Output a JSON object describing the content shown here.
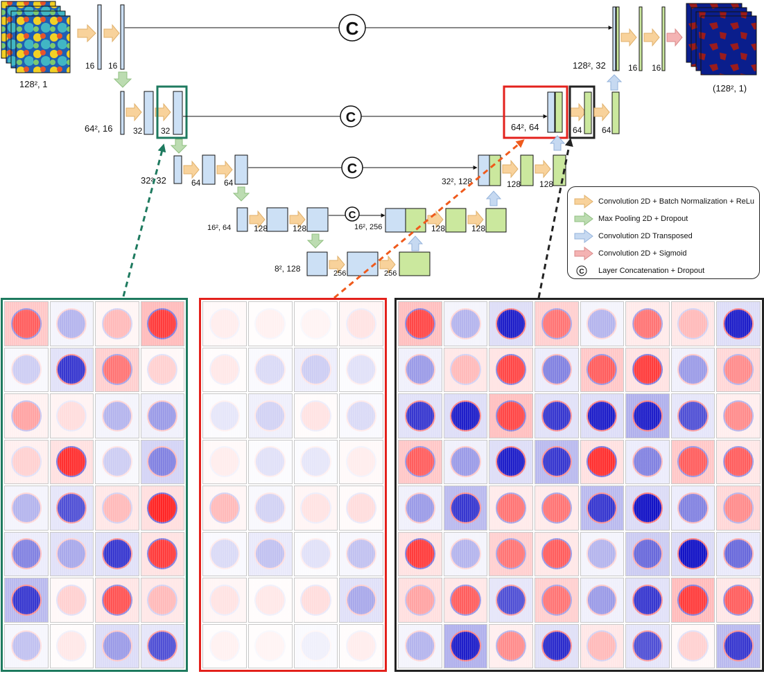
{
  "network": {
    "input_label": "128²",
    "input_channels": ", 1",
    "output_label": "(128², 1)",
    "concat_symbol": "C",
    "levels": [
      {
        "size_label": "128²",
        "size_channels": ", 32",
        "enc_channels": [
          "16",
          "16"
        ],
        "dec_channels": [
          "16",
          "16"
        ]
      },
      {
        "size_label": "64²",
        "size_channels": ", 16",
        "enc_channels": [
          "32",
          "32"
        ],
        "dec_label": "64², 64",
        "dec_channels": [
          "64",
          "64"
        ]
      },
      {
        "size_label": "32²",
        "size_channels": " 32",
        "enc_channels": [
          "64",
          "64"
        ],
        "dec_label": "32², 128",
        "dec_channels": [
          "128",
          "128"
        ]
      },
      {
        "size_label": "16²",
        "size_channels": ", 64",
        "enc_channels": [
          "128",
          "128"
        ],
        "dec_label": "16², 256",
        "dec_channels": [
          "128",
          "128"
        ]
      },
      {
        "size_label": "8²",
        "size_channels": ", 128",
        "enc_channels": [
          "256",
          "256"
        ]
      }
    ]
  },
  "legend": {
    "items": [
      {
        "label": "Convolution 2D + Batch Normalization + ReLu",
        "icon": "arrow-orange-icon",
        "color": "#f8d29b"
      },
      {
        "label": "Max Pooling 2D + Dropout",
        "icon": "arrow-green-icon",
        "color": "#bcdcb1"
      },
      {
        "label": "Convolution 2D Transposed",
        "icon": "arrow-blue-icon",
        "color": "#c6d9f1"
      },
      {
        "label": "Convolution 2D + Sigmoid",
        "icon": "arrow-pink-icon",
        "color": "#f4b3b3"
      },
      {
        "label": "Layer Concatenation + Dropout",
        "icon": "concat-icon",
        "symbol": "C"
      }
    ]
  },
  "colors": {
    "encoder_block": "#cce0f5",
    "decoder_block": "#cbe89e",
    "conv_arrow": "#f8d29b",
    "pool_arrow": "#bcdcb1",
    "upconv_arrow": "#c6d9f1",
    "sigmoid_arrow": "#f4b3b3",
    "green_frame": "#1e7a5f",
    "red_frame": "#e3211c",
    "black_frame": "#222222"
  },
  "panels": {
    "green": {
      "cols": 4,
      "rows": 8,
      "intensities": [
        0.7,
        -0.3,
        0.3,
        0.85,
        -0.2,
        -0.8,
        0.6,
        0.2,
        0.4,
        0.15,
        -0.3,
        -0.4,
        0.2,
        0.9,
        -0.2,
        -0.5,
        -0.3,
        -0.7,
        0.3,
        0.95,
        -0.5,
        -0.35,
        -0.8,
        0.85,
        -0.8,
        0.2,
        0.75,
        0.3,
        -0.25,
        0.1,
        -0.4,
        -0.7
      ]
    },
    "red": {
      "cols": 4,
      "rows": 8,
      "intensities": [
        0.08,
        0.06,
        0.05,
        0.12,
        0.1,
        -0.15,
        -0.2,
        -0.12,
        -0.1,
        -0.18,
        0.12,
        -0.15,
        0.08,
        -0.12,
        -0.1,
        0.08,
        0.3,
        -0.18,
        0.12,
        0.15,
        -0.15,
        -0.25,
        -0.12,
        -0.25,
        0.12,
        0.1,
        0.15,
        -0.35,
        0.06,
        0.05,
        -0.06,
        0.08
      ]
    },
    "black": {
      "cols": 8,
      "rows": 8,
      "intensities": [
        0.8,
        -0.3,
        -0.9,
        0.6,
        -0.3,
        0.6,
        0.3,
        -0.9,
        -0.4,
        0.3,
        0.8,
        -0.5,
        0.7,
        0.85,
        -0.4,
        0.5,
        -0.8,
        -0.9,
        0.8,
        -0.8,
        -0.9,
        -0.9,
        -0.7,
        0.5,
        0.7,
        -0.4,
        -0.9,
        -0.8,
        0.9,
        -0.5,
        0.7,
        0.7,
        -0.4,
        -0.8,
        0.6,
        0.6,
        -0.8,
        -0.95,
        -0.5,
        0.5,
        0.85,
        -0.3,
        0.6,
        0.7,
        -0.3,
        -0.6,
        -0.95,
        -0.6,
        0.4,
        0.7,
        -0.7,
        0.6,
        -0.4,
        -0.8,
        0.85,
        0.7,
        -0.3,
        -0.9,
        0.5,
        -0.85,
        0.3,
        -0.7,
        0.2,
        -0.8
      ]
    }
  }
}
